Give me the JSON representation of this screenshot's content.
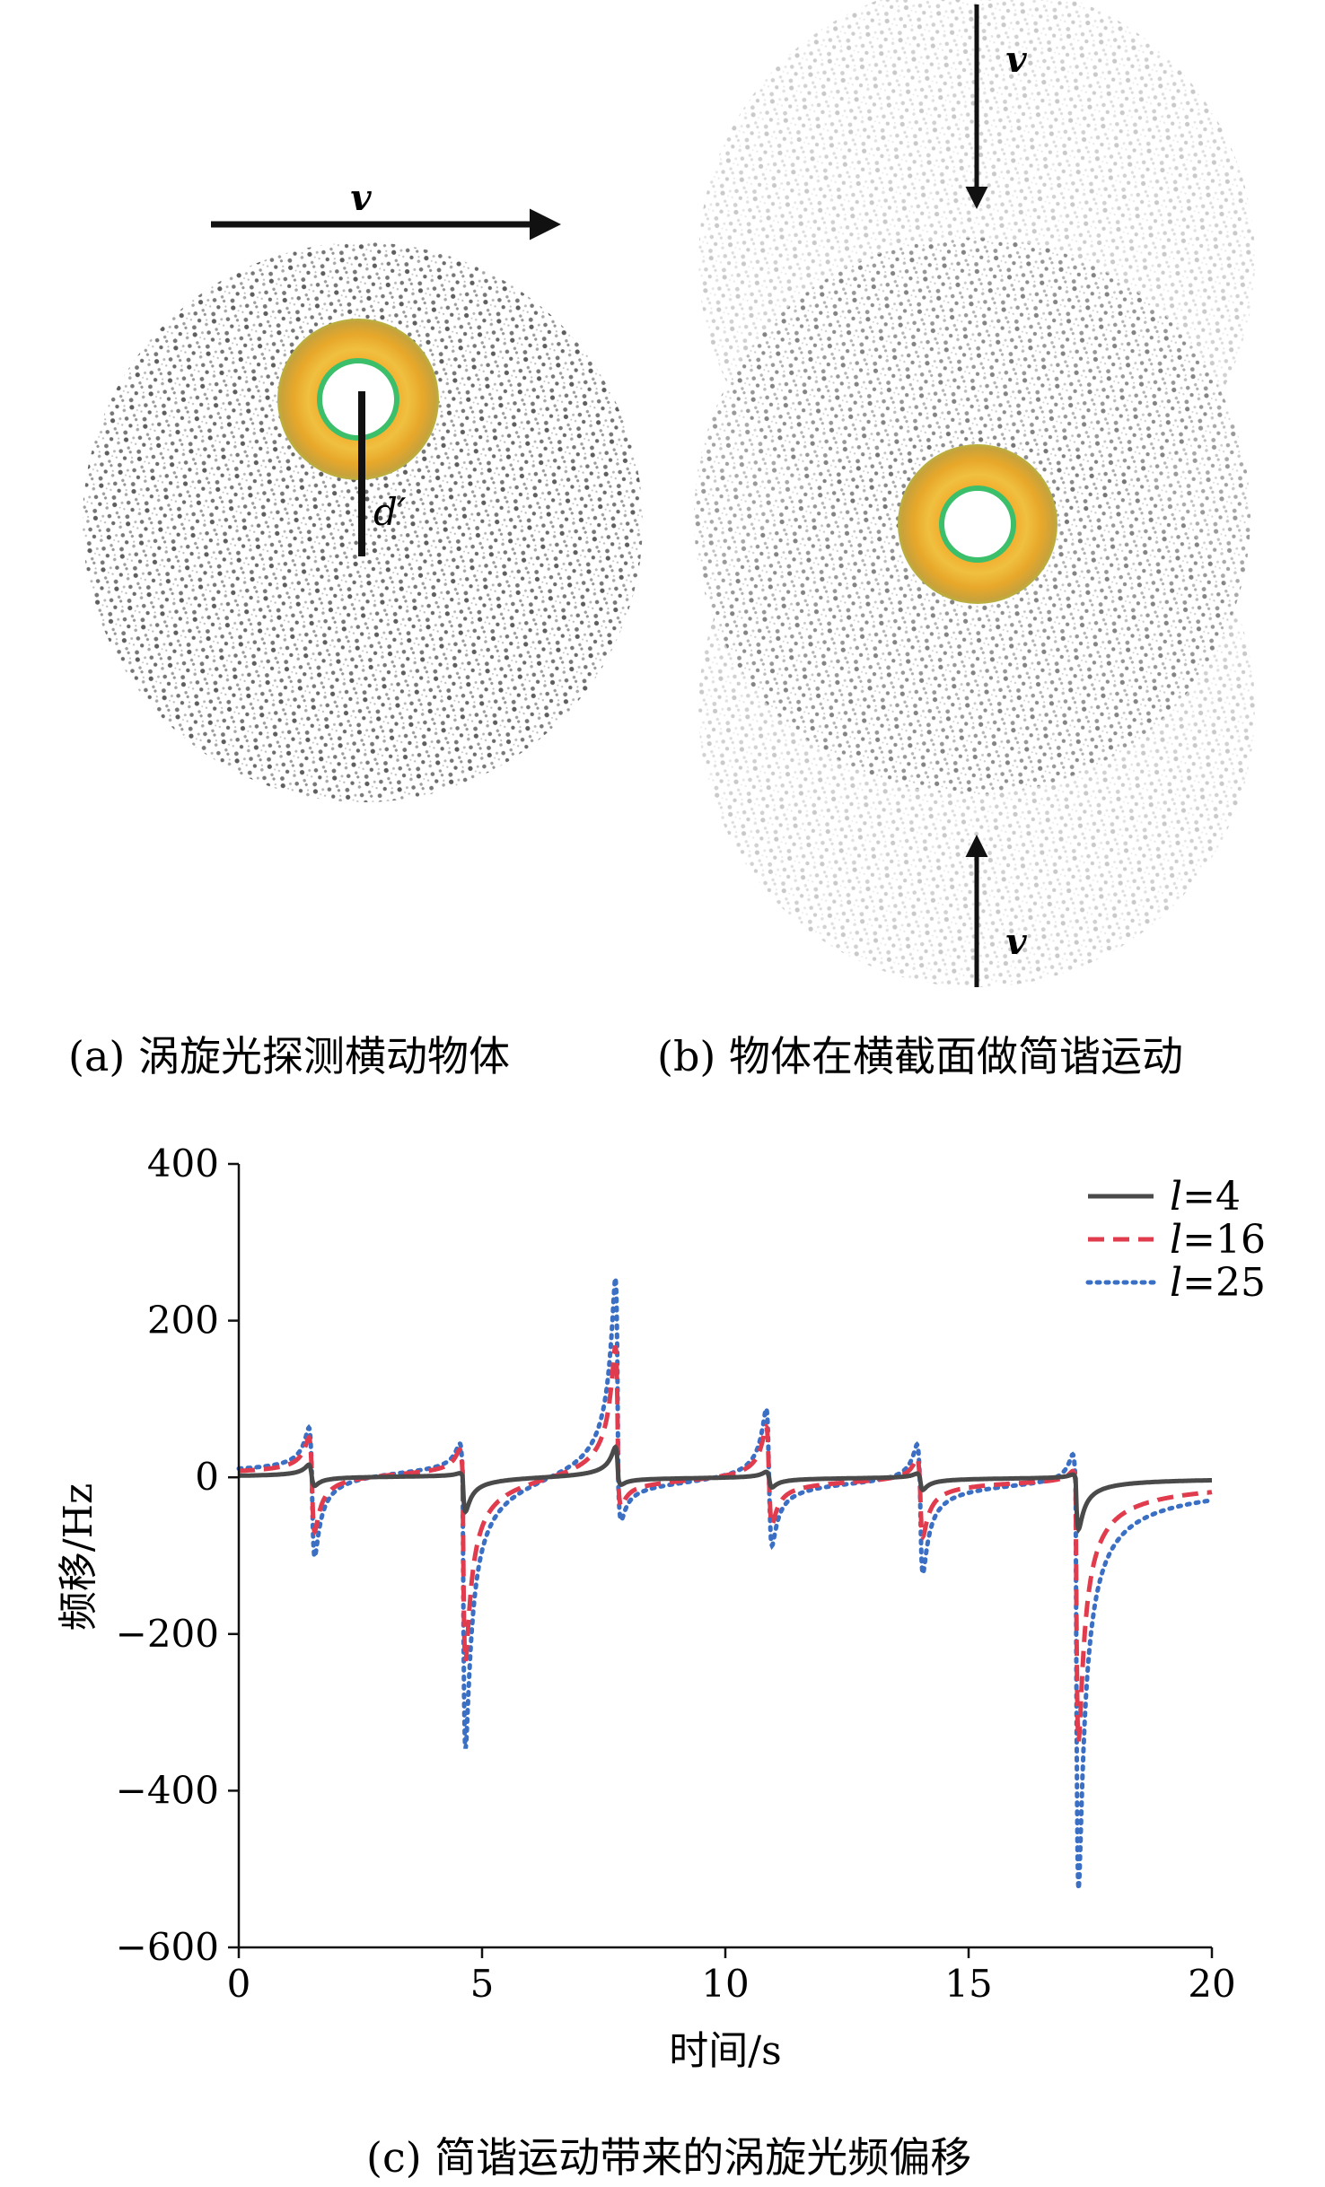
{
  "panel_a": {
    "caption": "(a) 涡旋光探测横动物体",
    "velocity_label": "v",
    "distance_label": "d′"
  },
  "panel_b": {
    "caption": "(b) 物体在横截面做简谐运动",
    "velocity_top_label": "v",
    "velocity_bottom_label": "v"
  },
  "panel_c": {
    "caption": "(c) 简谐运动带来的涡旋光频偏移"
  },
  "colors": {
    "l4": "#4a4a4a",
    "l16": "#e03c4e",
    "l25": "#3a6fc4",
    "ring_outer": "#e0a020",
    "ring_inner": "#3bbf6a",
    "speckle": "#3c3c3c"
  },
  "chart_data": {
    "type": "line",
    "title": "",
    "xlabel": "时间/s",
    "ylabel": "频移/Hz",
    "xlim": [
      0,
      20
    ],
    "ylim": [
      -600,
      400
    ],
    "xticks": [
      "0",
      "5",
      "10",
      "15",
      "20"
    ],
    "yticks": [
      "400",
      "200",
      "0",
      "−200",
      "−400",
      "−600"
    ],
    "legend_position": "top-right",
    "events": [
      1.5,
      4.6,
      7.8,
      10.9,
      14.0,
      17.2
    ],
    "series": [
      {
        "name": "l=4",
        "name_var": "l",
        "name_val": "=4",
        "style": "solid",
        "peaks": [
          15,
          4,
          40,
          8,
          6,
          5
        ],
        "troughs": [
          -12,
          -45,
          -8,
          -12,
          -15,
          -65
        ]
      },
      {
        "name": "l=16",
        "name_var": "l",
        "name_val": "=16",
        "style": "dashed",
        "peaks": [
          45,
          30,
          175,
          70,
          30,
          15
        ],
        "troughs": [
          -75,
          -240,
          -30,
          -55,
          -70,
          -330
        ]
      },
      {
        "name": "l=25",
        "name_var": "l",
        "name_val": "=25",
        "style": "dotted",
        "peaks": [
          55,
          35,
          265,
          95,
          50,
          40
        ],
        "troughs": [
          -110,
          -355,
          -45,
          -80,
          -115,
          -515
        ]
      }
    ]
  }
}
